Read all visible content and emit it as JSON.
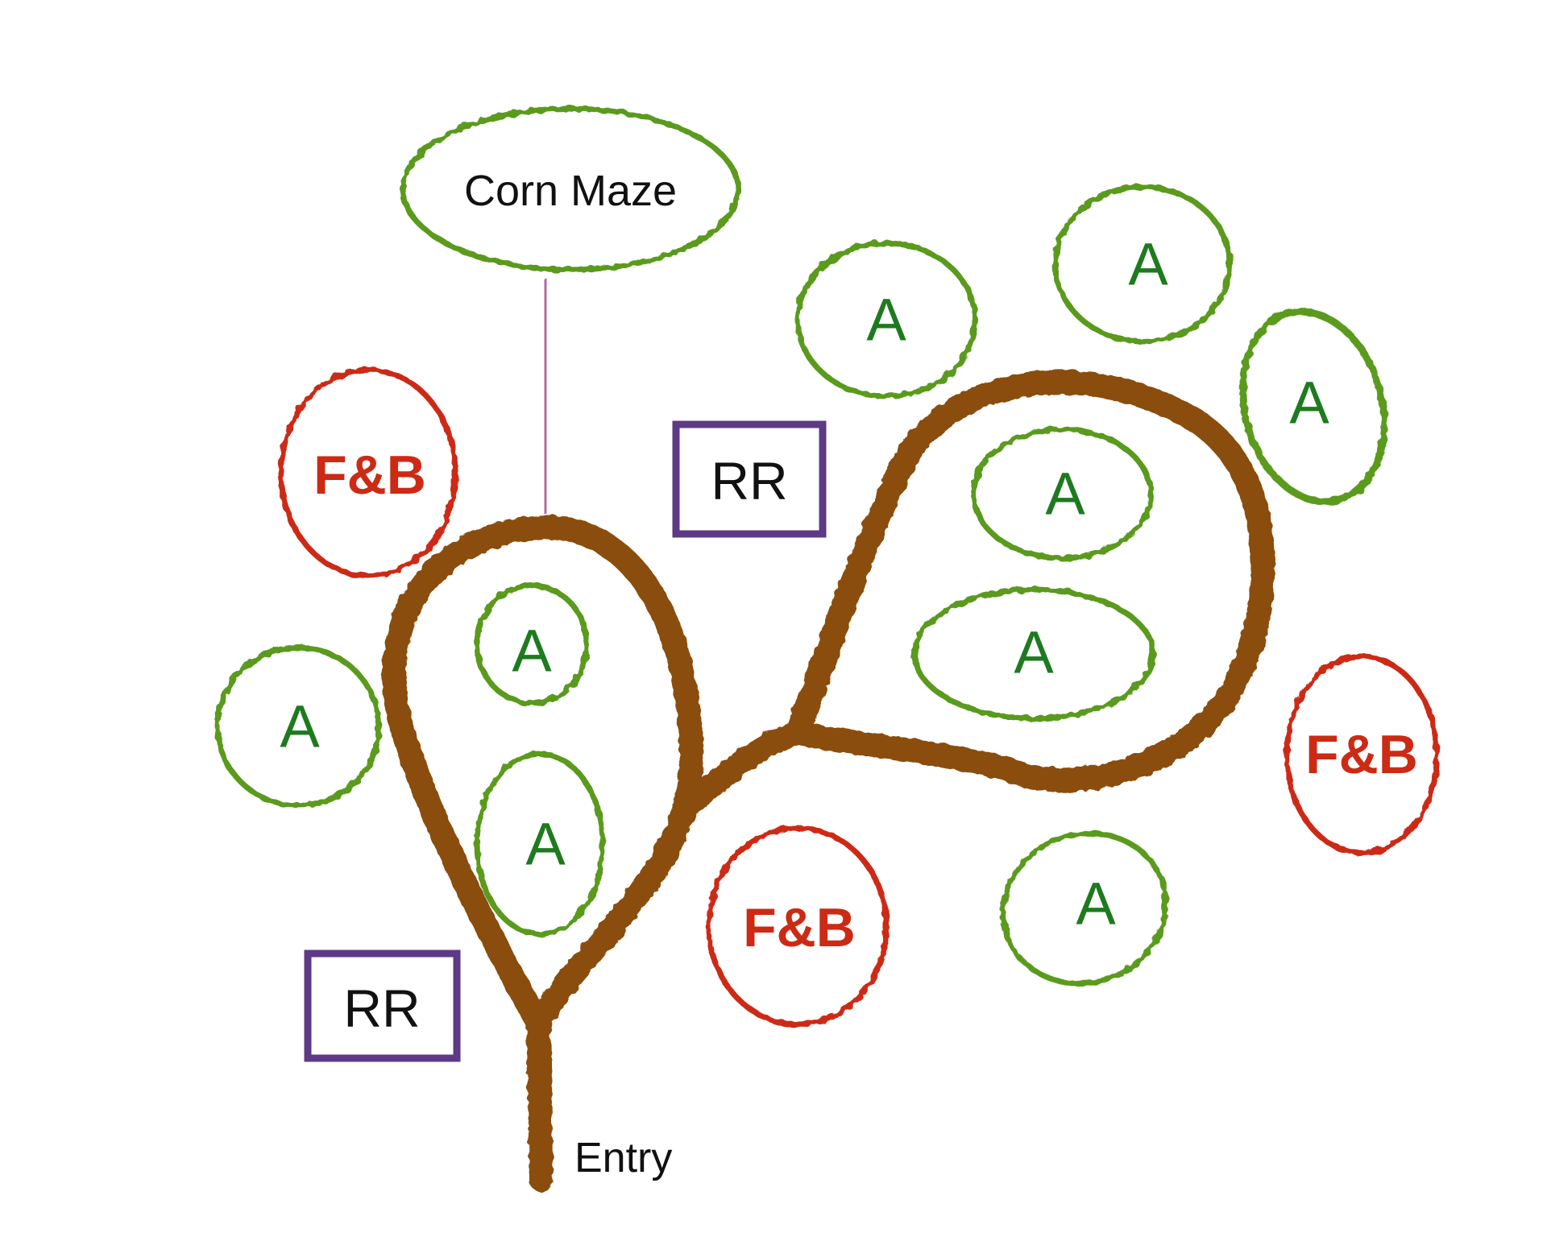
{
  "colors": {
    "attraction": "#5a9a1e",
    "attraction_text": "#1e7a1e",
    "food_beverage": "#cc2a14",
    "restroom_border": "#5c3a85",
    "path": "#8a4e0a",
    "maze_connector": "#b5689a"
  },
  "labels": {
    "corn_maze": "Corn Maze",
    "attraction": "A",
    "food_beverage": "F&B",
    "restroom": "RR",
    "entry": "Entry"
  }
}
